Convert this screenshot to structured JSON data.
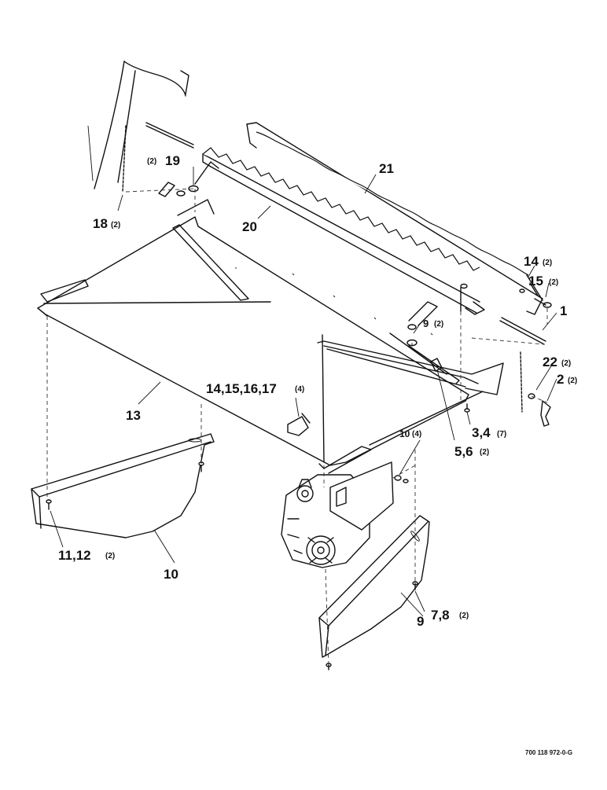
{
  "callouts": {
    "c21": "21",
    "c19": "19",
    "c19_qty": "(2)",
    "c18": "18",
    "c18_qty": "(2)",
    "c20": "20",
    "c14a": "14",
    "c14a_qty": "(2)",
    "c15a": "15",
    "c15a_qty": "(2)",
    "c1": "1",
    "c9a": "9",
    "c9a_qty": "(2)",
    "c22": "22",
    "c22_qty": "(2)",
    "c2": "2",
    "c2_qty": "(2)",
    "c14_17": "14,15,16,17",
    "c14_17_qty": "(4)",
    "c13": "13",
    "c3_4": "3,4",
    "c3_4_qty": "(7)",
    "c5_6": "5,6",
    "c5_6_qty": "(2)",
    "c10a": "10",
    "c10a_qty": "(4)",
    "c11_12": "11,12",
    "c11_12_qty": "(2)",
    "c10": "10",
    "c9": "9",
    "c7_8": "7,8",
    "c7_8_qty": "(2)"
  },
  "document_number": "700 118 972-0-G"
}
